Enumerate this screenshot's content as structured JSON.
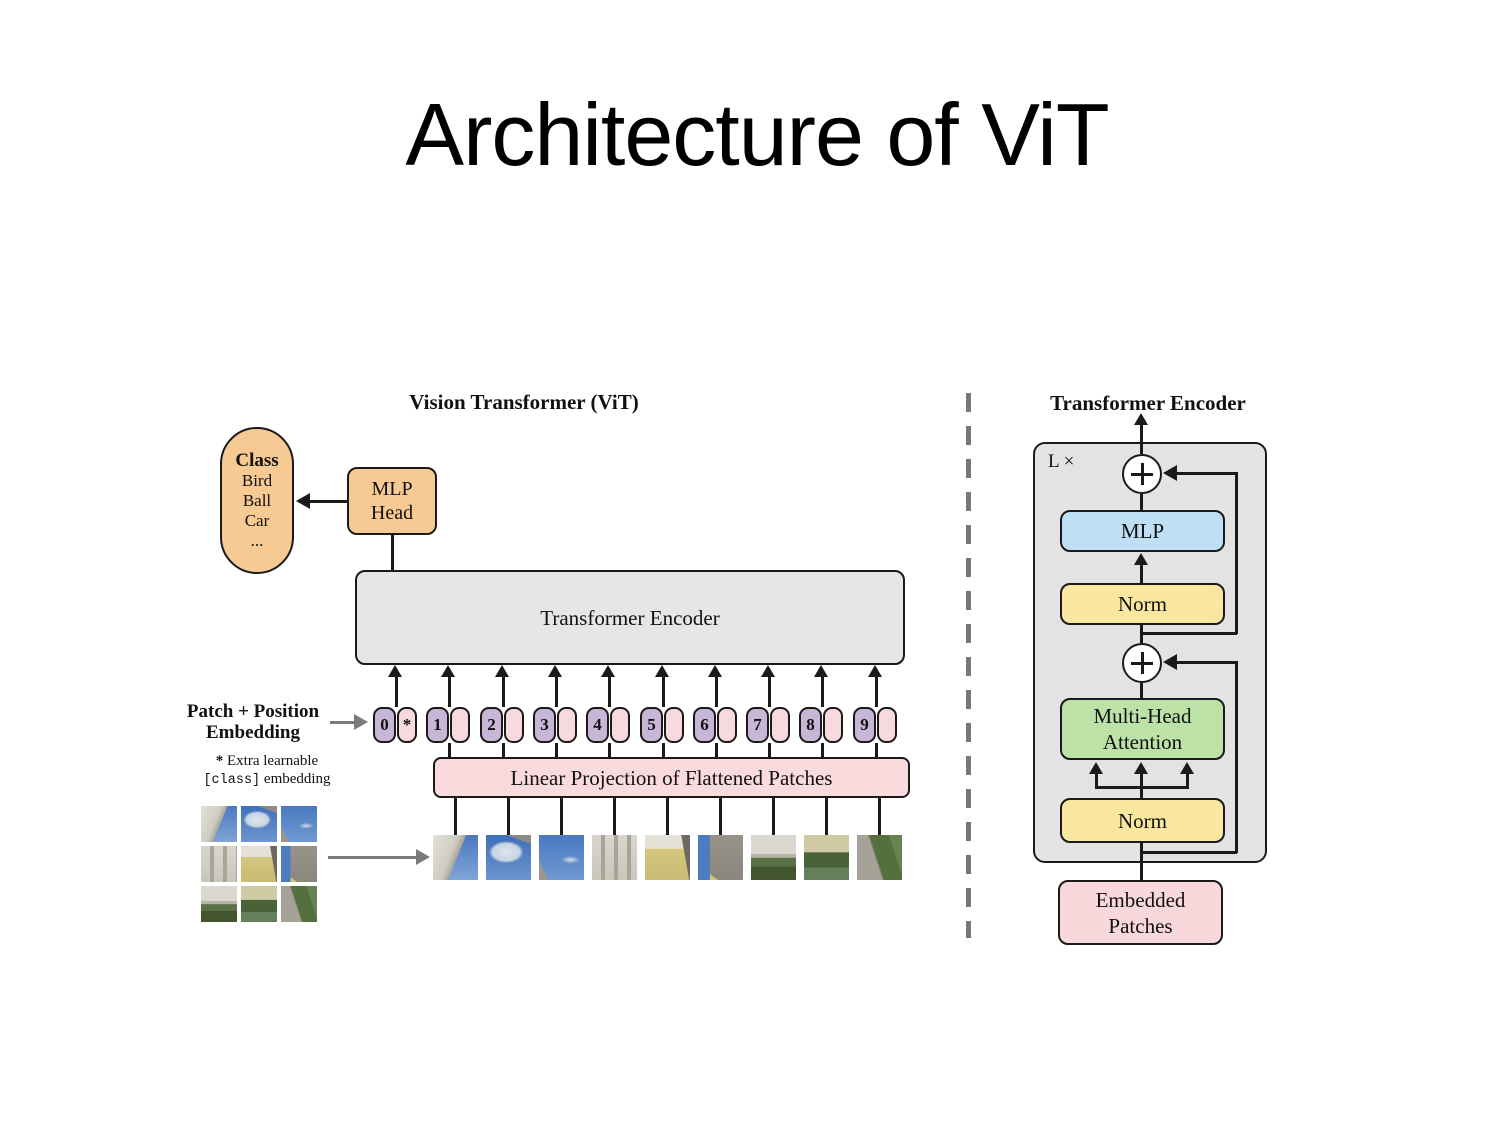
{
  "title": "Architecture of ViT",
  "left": {
    "figure_label": "Vision Transformer (ViT)",
    "class_pill": {
      "title": "Class",
      "item1": "Bird",
      "item2": "Ball",
      "item3": "Car",
      "ellipsis": "..."
    },
    "mlp_head_line1": "MLP",
    "mlp_head_line2": "Head",
    "encoder_box_label": "Transformer Encoder",
    "patch_pos_line1": "Patch + Position",
    "patch_pos_line2": "Embedding",
    "footnote_star": "*",
    "footnote_line1": "Extra learnable",
    "footnote_code": "[class]",
    "footnote_line2": "embedding",
    "linear_projection_label": "Linear Projection of Flattened Patches",
    "tokens": [
      "0",
      "1",
      "2",
      "3",
      "4",
      "5",
      "6",
      "7",
      "8",
      "9"
    ],
    "class_token_mark": "*",
    "patch_count": 9
  },
  "right": {
    "figure_label": "Transformer Encoder",
    "loop_label": "L ×",
    "plus_symbol": "+",
    "mlp_label": "MLP",
    "norm_top_label": "Norm",
    "mha_line1": "Multi-Head",
    "mha_line2": "Attention",
    "norm_bottom_label": "Norm",
    "embedded_line1": "Embedded",
    "embedded_line2": "Patches"
  },
  "colors": {
    "orange": "#f7c993",
    "pink": "#fadbdd",
    "pink_pill": "#f8dade",
    "purple_pill": "#c7b6d6",
    "blue": "#bedff4",
    "yellow": "#f9e7a0",
    "green": "#bce2a8",
    "box_gray": "#e5e5e5",
    "border": "#1a1a1a",
    "gray_arrow": "#7a7a7a"
  }
}
